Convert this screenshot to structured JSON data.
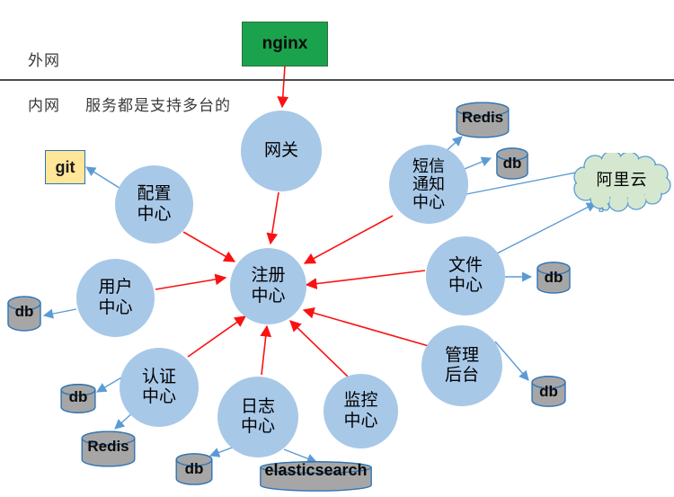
{
  "labels": {
    "outer_net": "外网",
    "inner_net": "内网",
    "note": "服务都是支持多台的"
  },
  "nodes": {
    "nginx": "nginx",
    "git": "git",
    "gateway": "网关",
    "config": "配置\n中心",
    "user": "用户\n中心",
    "auth": "认证\n中心",
    "log": "日志\n中心",
    "monitor": "监控\n中心",
    "registry": "注册\n中心",
    "sms": "短信\n通知\n中心",
    "file": "文件\n中心",
    "admin": "管理\n后台",
    "aliyun": "阿里云",
    "redis_sms": "Redis",
    "db_sms": "db",
    "db_file": "db",
    "db_admin": "db",
    "db_user": "db",
    "db_auth": "db",
    "redis_auth": "Redis",
    "db_log": "db",
    "elasticsearch": "elasticsearch"
  },
  "edges": {
    "red_to_registry_from": [
      "gateway",
      "config",
      "user",
      "auth",
      "log",
      "monitor",
      "admin",
      "file",
      "sms"
    ],
    "red_other": [
      [
        "nginx",
        "gateway"
      ]
    ],
    "blue_dependencies": [
      [
        "config",
        "git"
      ],
      [
        "user",
        "db_user"
      ],
      [
        "auth",
        "db_auth"
      ],
      [
        "auth",
        "redis_auth"
      ],
      [
        "log",
        "db_log"
      ],
      [
        "log",
        "elasticsearch"
      ],
      [
        "sms",
        "redis_sms"
      ],
      [
        "sms",
        "db_sms"
      ],
      [
        "sms",
        "aliyun"
      ],
      [
        "file",
        "aliyun"
      ],
      [
        "file",
        "db_file"
      ],
      [
        "admin",
        "db_admin"
      ]
    ]
  },
  "colors": {
    "service_circle": "#a8c8e8",
    "registry_arrow": "#ff0000",
    "dependency_arrow": "#5b9bd5",
    "cylinder_fill": "#a6a6a6",
    "cylinder_stroke": "#2e75b6",
    "nginx_box": "#1ba24c",
    "git_box": "#ffe699",
    "cloud_fill": "#d5e8cf"
  }
}
